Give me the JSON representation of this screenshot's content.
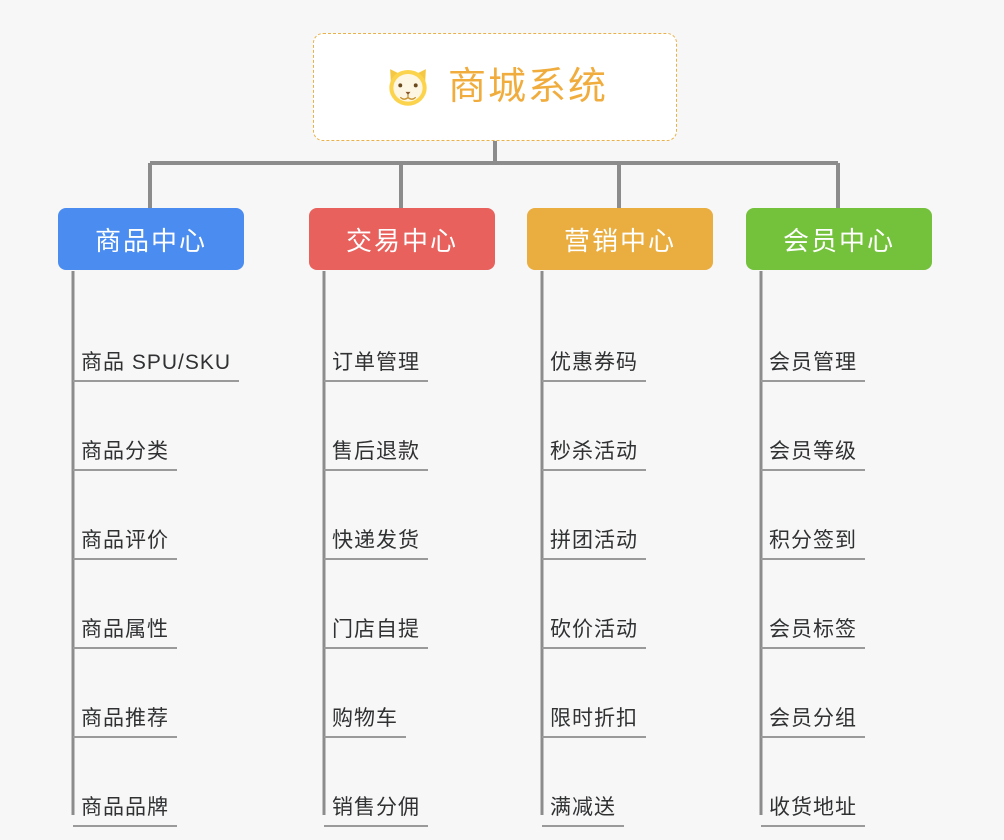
{
  "page": {
    "background_color": "#f7f7f7",
    "type": "tree-diagram"
  },
  "root": {
    "title": "商城系统",
    "icon": "shiba-dog-face-emoji",
    "text_color": "#f0ad3e",
    "border_color": "#eab14a",
    "background_color": "#ffffff"
  },
  "connector_color": "#8c8c8c",
  "columns": [
    {
      "title": "商品中心",
      "color": "#4a8cf0",
      "items": [
        "商品 SPU/SKU",
        "商品分类",
        "商品评价",
        "商品属性",
        "商品推荐",
        "商品品牌"
      ]
    },
    {
      "title": "交易中心",
      "color": "#e8615c",
      "items": [
        "订单管理",
        "售后退款",
        "快递发货",
        "门店自提",
        "购物车",
        "销售分佣"
      ]
    },
    {
      "title": "营销中心",
      "color": "#eaad40",
      "items": [
        "优惠券码",
        "秒杀活动",
        "拼团活动",
        "砍价活动",
        "限时折扣",
        "满减送"
      ]
    },
    {
      "title": "会员中心",
      "color": "#74c13c",
      "items": [
        "会员管理",
        "会员等级",
        "积分签到",
        "会员标签",
        "会员分组",
        "收货地址"
      ]
    }
  ]
}
